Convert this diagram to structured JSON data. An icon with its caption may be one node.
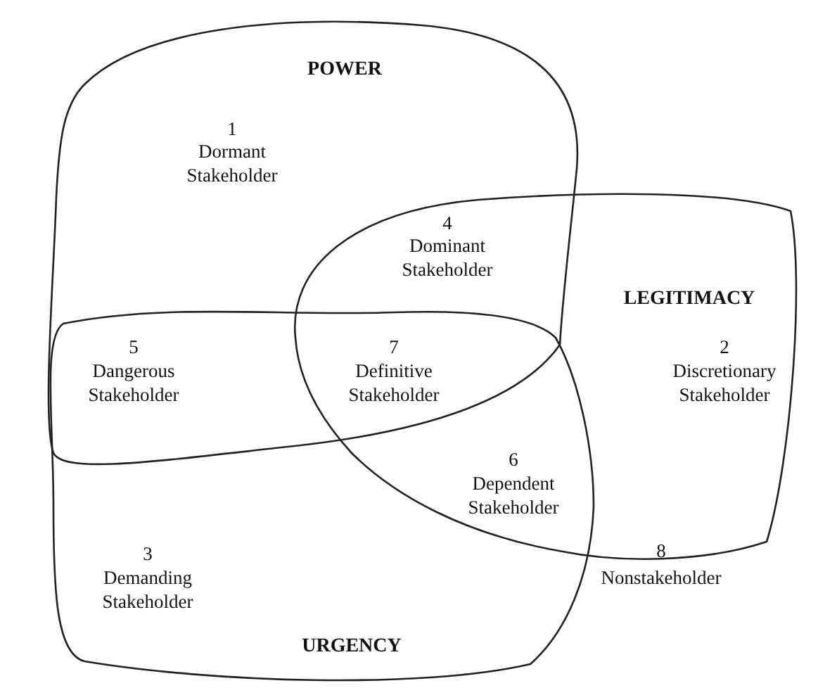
{
  "diagram": {
    "nodes": [
      {
        "text": [
          "POWER"
        ]
      },
      {
        "text": [
          "LEGITIMACY"
        ]
      },
      {
        "text": [
          "URGENCY"
        ]
      }
    ],
    "labels": [
      "1",
      "Dormant Stakeholder",
      "4",
      "Dominant Stakeholder",
      "5",
      "Dangerous Stakeholder",
      "7",
      "Definitive Stakeholder",
      "2",
      "Discretionary Stakeholder",
      "6",
      "Dependent Stakeholder",
      "3",
      "Demanding Stakeholder",
      "8",
      "Nonstakeholder"
    ]
  }
}
